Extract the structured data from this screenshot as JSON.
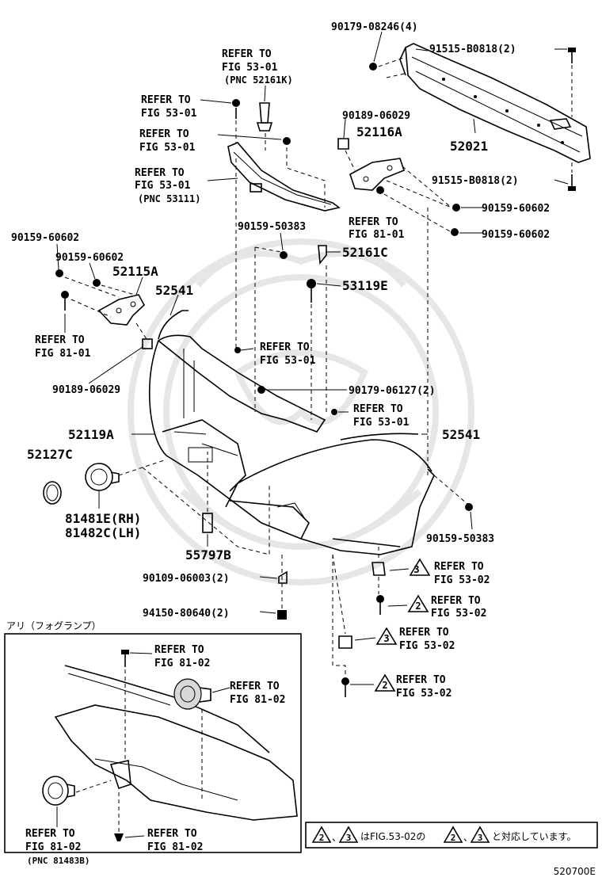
{
  "diagram": {
    "labels": {
      "p90179_08246": "90179-08246(4)",
      "p91515_top": "91515-B0818(2)",
      "ref53_01_a1": "REFER TO",
      "ref53_01_a2": "FIG 53-01",
      "ref53_01_a3": "(PNC 52161K)",
      "ref53_01_b1": "REFER TO",
      "ref53_01_b2": "FIG 53-01",
      "ref53_01_c1": "REFER TO",
      "ref53_01_c2": "FIG 53-01",
      "p90189_top": "90189-06029",
      "p52116A": "52116A",
      "p52021": "52021",
      "ref53_01_d1": "REFER TO",
      "ref53_01_d2": "FIG 53-01",
      "ref53_01_d3": "(PNC 53111)",
      "p91515_mid": "91515-B0818(2)",
      "p90159_60602_a": "90159-60602",
      "ref81_01_a1": "REFER TO",
      "ref81_01_a2": "FIG 81-01",
      "p90159_60602_b": "90159-60602",
      "p90159_50383_a": "90159-50383",
      "p52161C": "52161C",
      "p90159_60602_c": "90159-60602",
      "p90159_60602_d": "90159-60602",
      "p52115A": "52115A",
      "p52541_a": "52541",
      "p53119E": "53119E",
      "ref81_01_b1": "REFER TO",
      "ref81_01_b2": "FIG 81-01",
      "ref53_01_e1": "REFER TO",
      "ref53_01_e2": "FIG 53-01",
      "p90189_low": "90189-06029",
      "p90179_06127": "90179-06127(2)",
      "ref53_01_f1": "REFER TO",
      "ref53_01_f2": "FIG 53-01",
      "p52119A": "52119A",
      "p52541_b": "52541",
      "p52127C": "52127C",
      "p81481E": "81481E(RH)",
      "p81482C": "81482C(LH)",
      "p90159_50383_b": "90159-50383",
      "p55797B": "55797B",
      "ref53_02_a1": "REFER TO",
      "ref53_02_a2": "FIG 53-02",
      "p90109": "90109-06003(2)",
      "ref53_02_b1": "REFER TO",
      "ref53_02_b2": "FIG 53-02",
      "p94150": "94150-80640(2)",
      "ref53_02_c1": "REFER TO",
      "ref53_02_c2": "FIG 53-02",
      "ref53_02_d1": "REFER TO",
      "ref53_02_d2": "FIG 53-02",
      "tri3": "3",
      "tri2": "2"
    },
    "inset": {
      "title": "アリ（フォグランプ）",
      "ref_a1": "REFER TO",
      "ref_a2": "FIG 81-02",
      "ref_b1": "REFER TO",
      "ref_b2": "FIG 81-02",
      "ref_c1": "REFER TO",
      "ref_c2": "FIG 81-02",
      "ref_c3": "(PNC 81483B)",
      "ref_d1": "REFER TO",
      "ref_d2": "FIG 81-02"
    },
    "note": {
      "n2": "2",
      "sep": "、",
      "n3": "3",
      "text1": "はFIG.53-02の",
      "text2": "と対応しています。"
    },
    "figure_code": "520700E"
  }
}
